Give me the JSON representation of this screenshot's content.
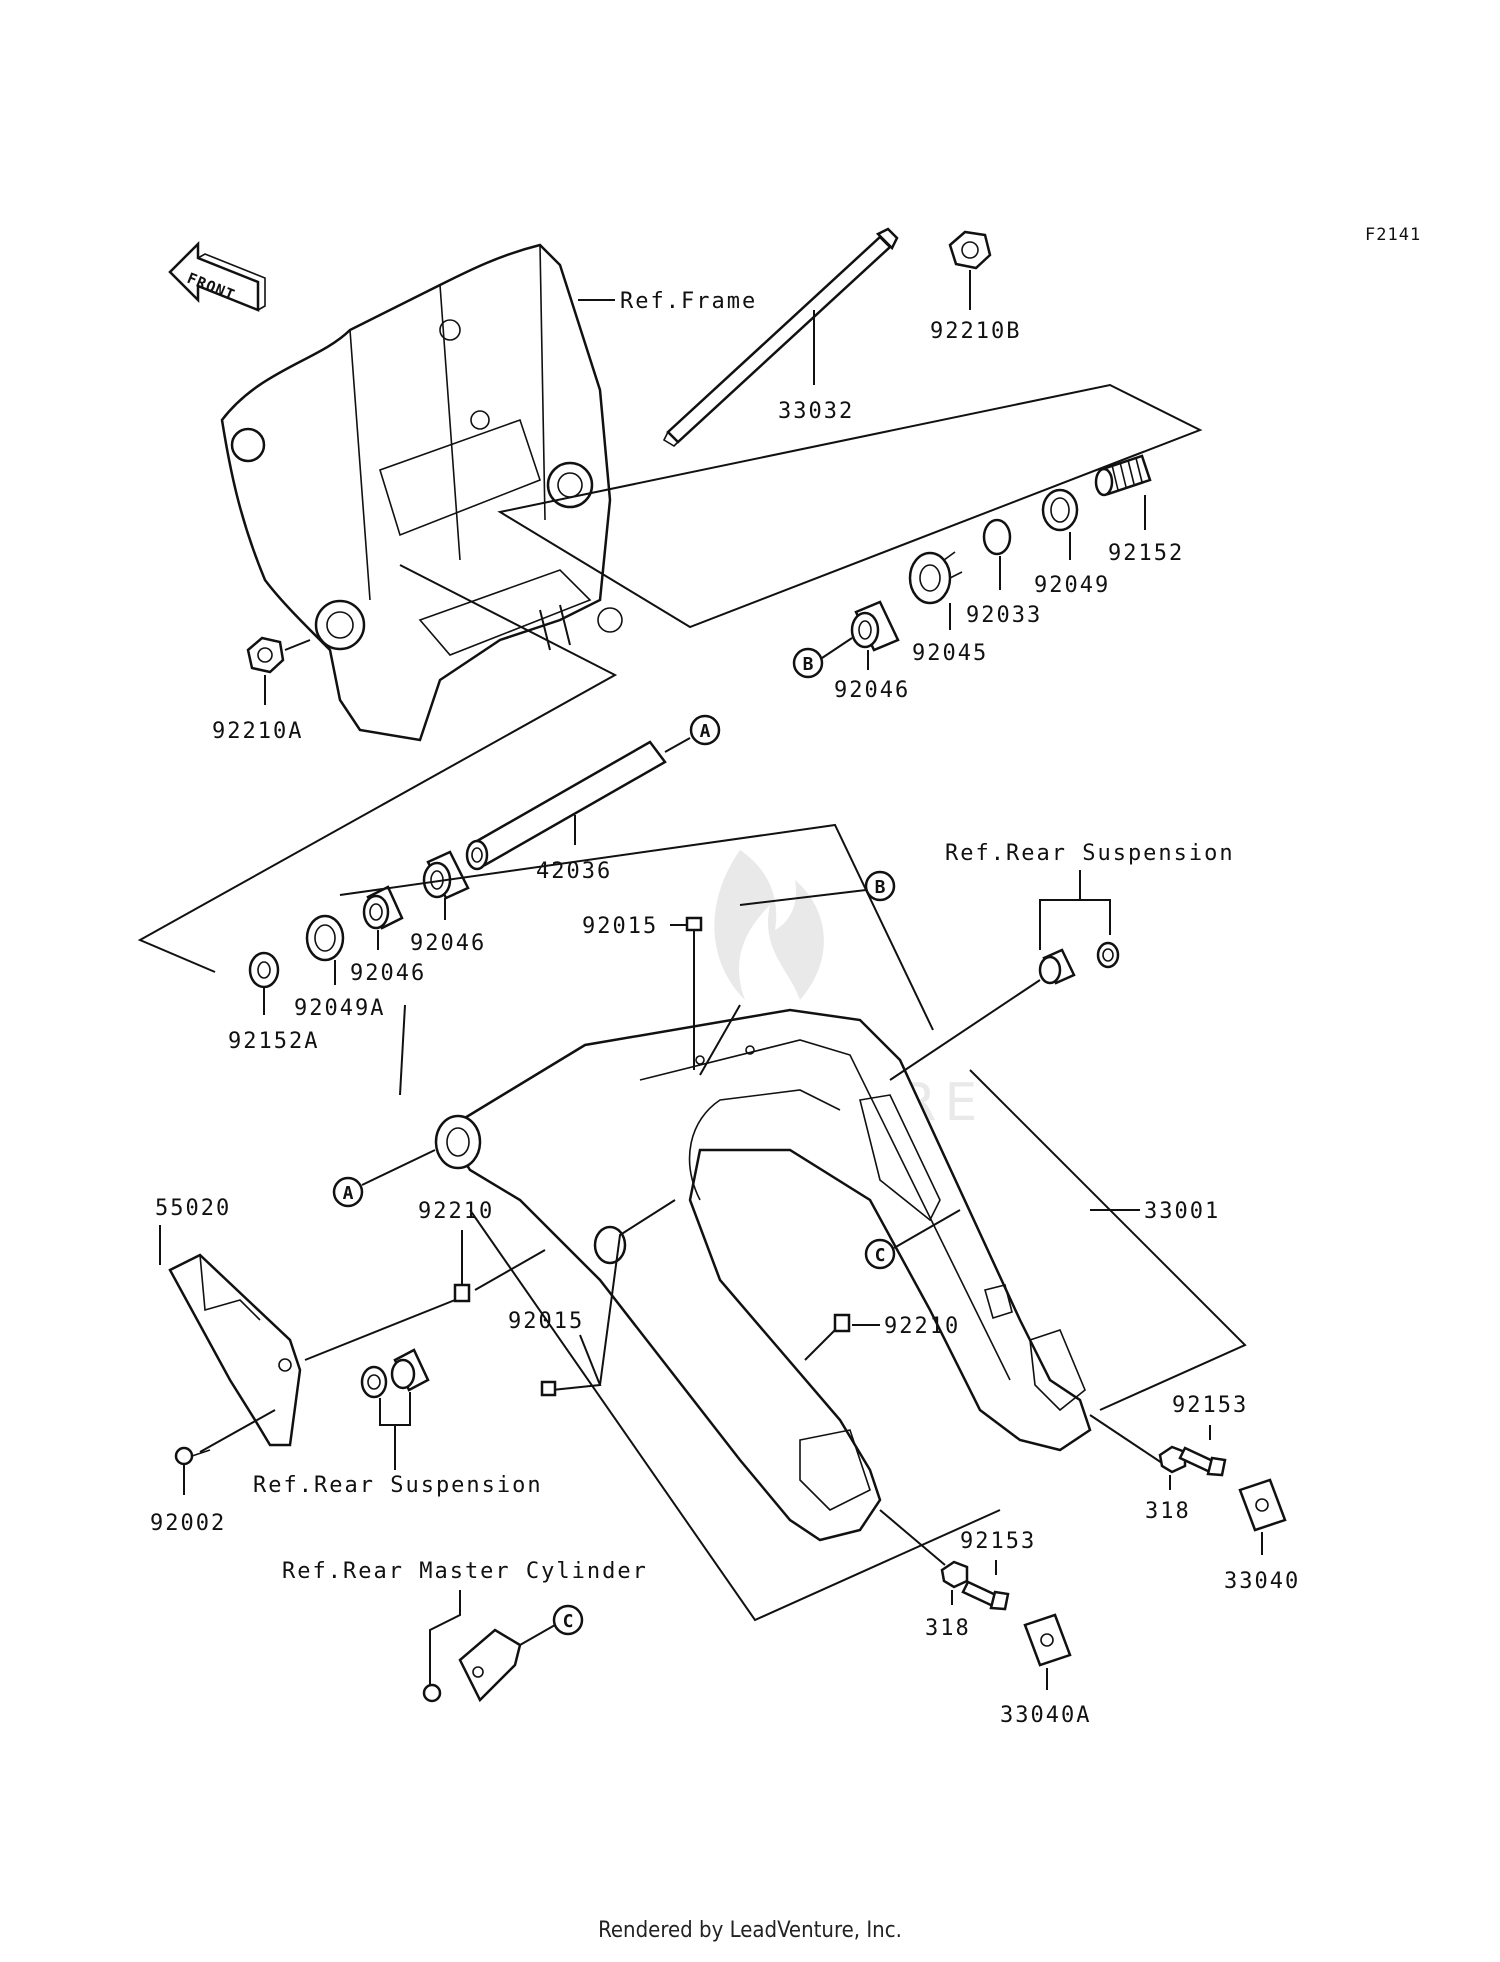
{
  "diagram": {
    "figure_code": "F2141",
    "front_label": "FRONT",
    "footer": "Rendered by LeadVenture, Inc.",
    "watermark": "LEADVENTURE",
    "refs": {
      "frame": "Ref.Frame",
      "rear_suspension_top": "Ref.Rear Suspension",
      "rear_suspension_bottom": "Ref.Rear Suspension",
      "rear_master_cylinder": "Ref.Rear Master Cylinder"
    },
    "callouts": {
      "A_shaft": "A",
      "A_swingarm": "A",
      "B_bearing": "B",
      "B_swingarm": "B",
      "C_swingarm": "C",
      "C_master": "C"
    },
    "parts": {
      "p92210B": "92210B",
      "p33032": "33032",
      "p92152": "92152",
      "p92049": "92049",
      "p92033": "92033",
      "p92045": "92045",
      "p92046_right": "92046",
      "p92210A": "92210A",
      "p42036": "42036",
      "p92046_a": "92046",
      "p92046_b": "92046",
      "p92049A": "92049A",
      "p92152A": "92152A",
      "p92015_top": "92015",
      "p33001": "33001",
      "p55020": "55020",
      "p92210_left": "92210",
      "p92210_right": "92210",
      "p92015_bottom": "92015",
      "p92002": "92002",
      "p92153_right": "92153",
      "p318_right": "318",
      "p33040": "33040",
      "p92153_bottom": "92153",
      "p318_bottom": "318",
      "p33040A": "33040A"
    }
  }
}
